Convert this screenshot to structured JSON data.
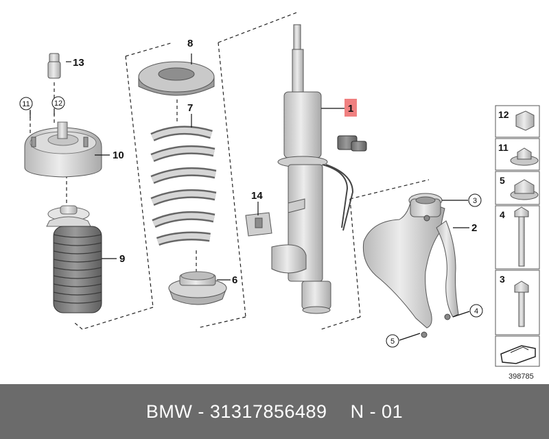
{
  "parts": {
    "p1": "1",
    "p2": "2",
    "p3": "3",
    "p4": "4",
    "p5": "5",
    "p6": "6",
    "p7": "7",
    "p8": "8",
    "p9": "9",
    "p10": "10",
    "p11": "11",
    "p12": "12",
    "p13": "13",
    "p14": "14"
  },
  "sidebar": {
    "nut12": "12",
    "nut11": "11",
    "nut5": "5",
    "bolt4": "4",
    "bolt3": "3"
  },
  "doc_number": "398785",
  "footer": {
    "brand_part": "BMW - 31317856489",
    "revision": "N - 01"
  },
  "colors": {
    "footer_bg": "#6b6b6b",
    "highlight": "#f08080",
    "part_fill": "#d4d4d4"
  }
}
